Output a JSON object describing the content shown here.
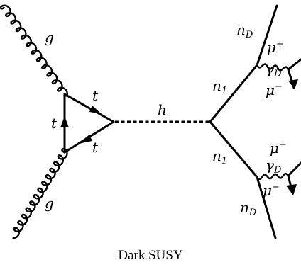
{
  "diagram": {
    "labels": {
      "gluon_top": "g",
      "gluon_bottom": "g",
      "top_quark_upper": "t",
      "top_quark_left": "t",
      "top_quark_lower": "t",
      "higgs": "h",
      "n1_upper": "n",
      "n1_upper_sub": "1",
      "n1_lower": "n",
      "n1_lower_sub": "1",
      "nD_upper": "n",
      "nD_upper_sub": "D",
      "nD_lower": "n",
      "nD_lower_sub": "D",
      "dark_photon_upper": "γ",
      "dark_photon_upper_sub": "D",
      "dark_photon_lower": "γ",
      "dark_photon_lower_sub": "D",
      "muon_plus_upper": "μ",
      "muon_plus_upper_sup": "+",
      "muon_minus_upper": "μ",
      "muon_minus_upper_sup": "−",
      "muon_plus_lower": "μ",
      "muon_plus_lower_sup": "+",
      "muon_minus_lower": "μ",
      "muon_minus_lower_sup": "−"
    },
    "caption": "Dark SUSY"
  }
}
